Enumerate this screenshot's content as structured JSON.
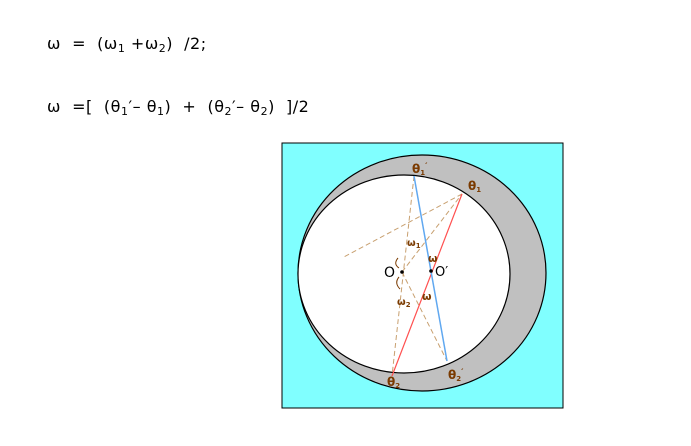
{
  "formula_1": {
    "w": "ω",
    "eq": "=",
    "open": "(",
    "w1": "ω",
    "s1": "1",
    "plus": "+",
    "w2": "ω",
    "s2": "2",
    "close": ")",
    "tail": "/2;"
  },
  "formula_2": {
    "w": "ω",
    "eq": "=[",
    "open1": "(",
    "a1": "θ",
    "a1s": "1",
    "a1p": "′",
    "minus1": "–",
    "b1": "θ",
    "b1s": "1",
    "close1": ")",
    "plus": "+",
    "open2": "(",
    "a2": "θ",
    "a2s": "2",
    "a2p": "′",
    "minus2": "–",
    "b2": "θ",
    "b2s": "2",
    "close2": ")",
    "tail": "]/2"
  },
  "diagram": {
    "theta1_prime": {
      "base": "θ",
      "sub": "1",
      "prime": "′"
    },
    "theta1": {
      "base": "θ",
      "sub": "1"
    },
    "theta2": {
      "base": "θ",
      "sub": "2"
    },
    "theta2_prime": {
      "base": "θ",
      "sub": "2",
      "prime": "′"
    },
    "omega1": {
      "base": "ω",
      "sub": "1"
    },
    "omega2": {
      "base": "ω",
      "sub": "2"
    },
    "omega_upper": "ω",
    "omega_lower": "ω",
    "center_O": "O",
    "center_O_prime": "O′",
    "colors": {
      "background": "#80ffff",
      "crescent": "#c0c0c0",
      "inner_circle": "#ffffff",
      "red_line": "#ff5050",
      "blue_line": "#60a8f0",
      "dashed_line": "#c8a070",
      "label": "#7a3a00"
    }
  }
}
